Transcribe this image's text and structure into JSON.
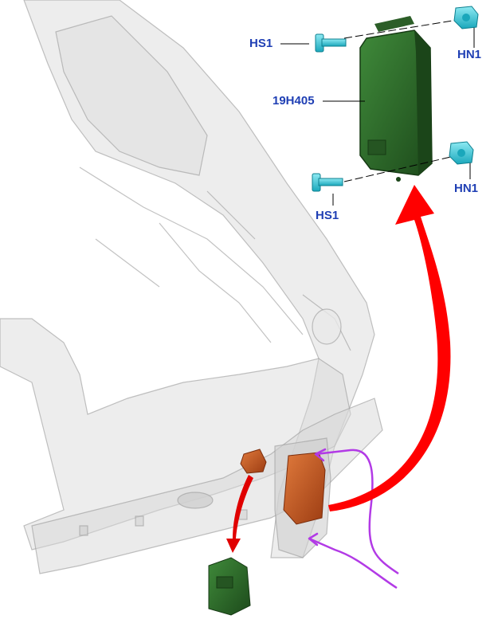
{
  "callouts": {
    "hs1_top": "HS1",
    "hs1_bottom": "HS1",
    "hn1_top": "HN1",
    "hn1_bottom": "HN1",
    "module": "19H405"
  },
  "colors": {
    "callout_text": "#1f3fb4",
    "module_green": "#2f6b2a",
    "fastener_cyan": "#3fc6d6",
    "removal_arrow": "#ff0000",
    "routing_line": "#b23ae6",
    "connector_orange": "#c4551e",
    "body_panel": "#d9d9d9"
  }
}
